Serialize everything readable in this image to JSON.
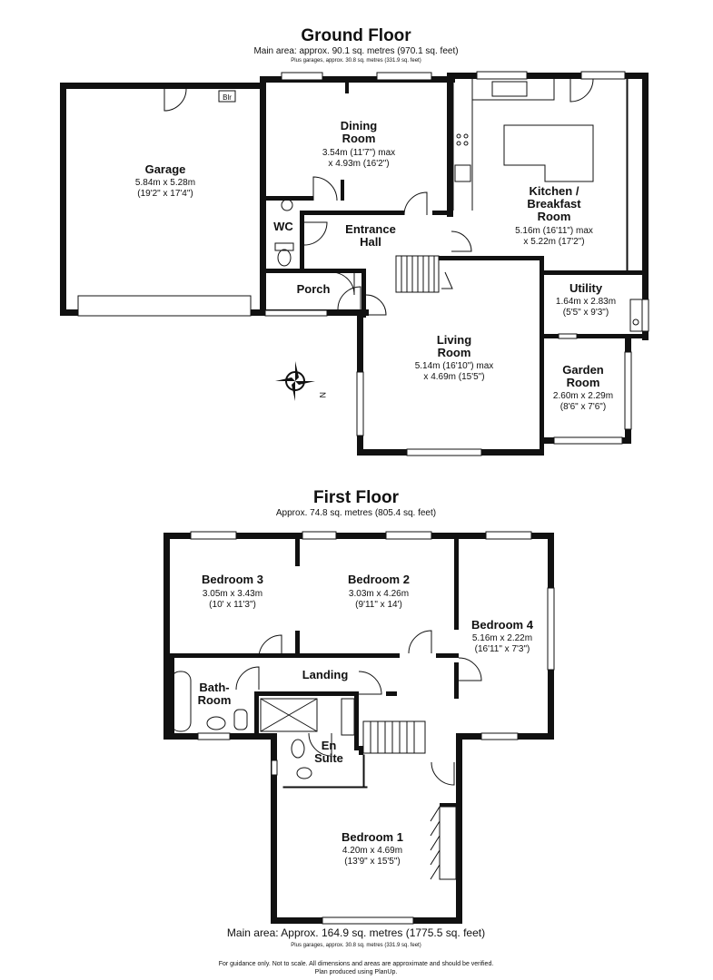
{
  "ground_floor": {
    "title": "Ground Floor",
    "main_area": "Main area: approx. 90.1 sq. metres (970.1 sq. feet)",
    "garage_note": "Plus garages, approx. 30.8 sq. metres (331.9 sq. feet)",
    "rooms": {
      "garage": {
        "name": "Garage",
        "dim1": "5.84m x 5.28m",
        "dim2": "(19'2\" x 17'4\")"
      },
      "boiler": {
        "name": "Blr"
      },
      "dining": {
        "name1": "Dining",
        "name2": "Room",
        "dim1": "3.54m (11'7\") max",
        "dim2": "x 4.93m (16'2\")"
      },
      "wc": {
        "name": "WC"
      },
      "entrance": {
        "name1": "Entrance",
        "name2": "Hall"
      },
      "porch": {
        "name": "Porch"
      },
      "kitchen": {
        "name1": "Kitchen /",
        "name2": "Breakfast",
        "name3": "Room",
        "dim1": "5.16m (16'11\") max",
        "dim2": "x 5.22m (17'2\")"
      },
      "utility": {
        "name": "Utility",
        "dim1": "1.64m x 2.83m",
        "dim2": "(5'5\" x 9'3\")"
      },
      "living": {
        "name1": "Living",
        "name2": "Room",
        "dim1": "5.14m (16'10\") max",
        "dim2": "x 4.69m (15'5\")"
      },
      "garden": {
        "name1": "Garden",
        "name2": "Room",
        "dim1": "2.60m x 2.29m",
        "dim2": "(8'6\" x 7'6\")"
      }
    },
    "compass_letter": "N"
  },
  "first_floor": {
    "title": "First Floor",
    "area": "Approx. 74.8 sq. metres (805.4 sq. feet)",
    "rooms": {
      "bedroom3": {
        "name": "Bedroom 3",
        "dim1": "3.05m x 3.43m",
        "dim2": "(10' x 11'3\")"
      },
      "bedroom2": {
        "name": "Bedroom 2",
        "dim1": "3.03m x 4.26m",
        "dim2": "(9'11\" x 14')"
      },
      "bedroom4": {
        "name": "Bedroom 4",
        "dim1": "5.16m x 2.22m",
        "dim2": "(16'11\" x 7'3\")"
      },
      "bathroom": {
        "name1": "Bath-",
        "name2": "Room"
      },
      "landing": {
        "name": "Landing"
      },
      "ensuite": {
        "name1": "En",
        "name2": "Suite"
      },
      "bedroom1": {
        "name": "Bedroom 1",
        "dim1": "4.20m x 4.69m",
        "dim2": "(13'9\" x 15'5\")"
      }
    }
  },
  "footer": {
    "main_area": "Main area: Approx. 164.9 sq. metres (1775.5 sq. feet)",
    "garage_note": "Plus garages, approx. 30.8 sq. metres (331.9 sq. feet)",
    "disclaimer": "For guidance only. Not to scale. All dimensions and areas are approximate and should be verified.",
    "produced": "Plan produced using PlanUp."
  }
}
